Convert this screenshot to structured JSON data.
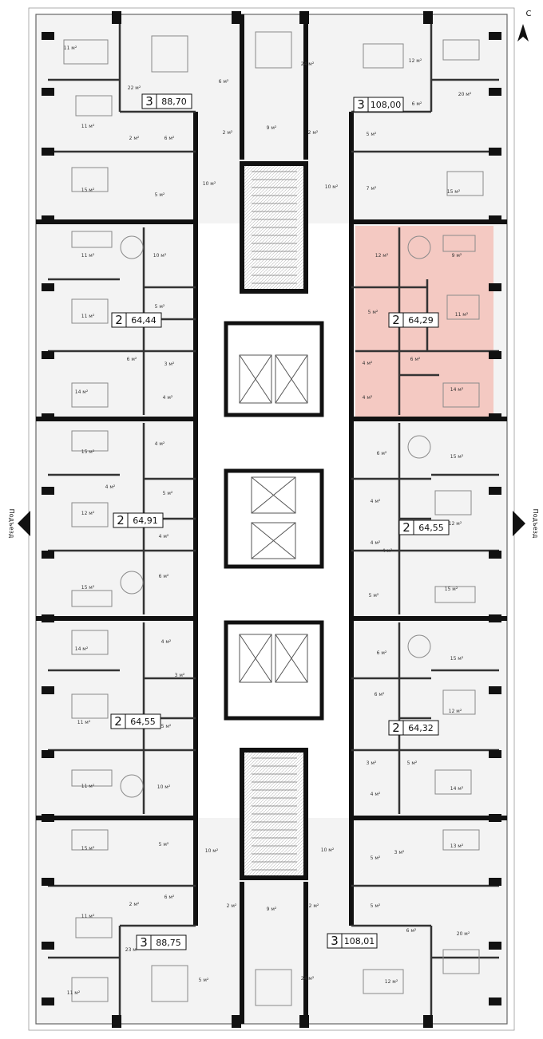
{
  "compass": {
    "north_label": "С"
  },
  "entrance": {
    "left_label": "Подъезд",
    "right_label": "Подъезд"
  },
  "colors": {
    "wall": "#111111",
    "floor": "#f3f3f3",
    "highlight": "#f4c9c2",
    "furniture": "#8a8a8a"
  },
  "apartments": [
    {
      "id": "a1",
      "rooms": "3",
      "area": "88,70",
      "highlighted": false
    },
    {
      "id": "a2",
      "rooms": "3",
      "area": "108,00",
      "highlighted": false
    },
    {
      "id": "a3",
      "rooms": "2",
      "area": "64,44",
      "highlighted": false
    },
    {
      "id": "a4",
      "rooms": "2",
      "area": "64,29",
      "highlighted": true
    },
    {
      "id": "a5",
      "rooms": "2",
      "area": "64,91",
      "highlighted": false
    },
    {
      "id": "a6",
      "rooms": "2",
      "area": "64,55",
      "highlighted": false
    },
    {
      "id": "a7",
      "rooms": "2",
      "area": "64,55",
      "highlighted": false
    },
    {
      "id": "a8",
      "rooms": "2",
      "area": "64,32",
      "highlighted": false
    },
    {
      "id": "a9",
      "rooms": "3",
      "area": "88,75",
      "highlighted": false
    },
    {
      "id": "a10",
      "rooms": "3",
      "area": "108,01",
      "highlighted": false
    }
  ],
  "room_areas": [
    "11 м²",
    "22 м²",
    "6 м²",
    "24 м²",
    "12 м²",
    "6 м²",
    "20 м²",
    "11 м²",
    "2 м²",
    "6 м²",
    "2 м²",
    "9 м²",
    "2 м²",
    "5 м²",
    "15 м²",
    "5 м²",
    "10 м²",
    "10 м²",
    "7 м²",
    "15 м²",
    "11 м²",
    "10 м²",
    "12 м²",
    "9 м²",
    "11 м²",
    "5 м²",
    "5 м²",
    "11 м²",
    "6 м²",
    "3 м²",
    "4 м²",
    "6 м²",
    "14 м²",
    "4 м²",
    "4 м²",
    "14 м²",
    "15 м²",
    "4 м²",
    "6 м²",
    "15 м²",
    "4 м²",
    "5 м²",
    "4 м²",
    "12 м²",
    "12 м²",
    "4 м²",
    "4 м²",
    "4 м²",
    "15 м²",
    "6 м²",
    "5 м²",
    "15 м²",
    "14 м²",
    "4 м²",
    "6 м²",
    "15 м²",
    "3 м²",
    "6 м²",
    "12 м²",
    "11 м²",
    "5 м²",
    "3 м²",
    "5 м²",
    "11 м²",
    "10 м²",
    "4 м²",
    "14 м²",
    "15 м²",
    "5 м²",
    "10 м²",
    "10 м²",
    "5 м²",
    "3 м²",
    "13 м²",
    "2 м²",
    "6 м²",
    "2 м²",
    "9 м²",
    "2 м²",
    "5 м²",
    "11 м²",
    "23 м²",
    "5 м²",
    "24 м²",
    "6 м²",
    "20 м²",
    "11 м²",
    "12 м²"
  ]
}
